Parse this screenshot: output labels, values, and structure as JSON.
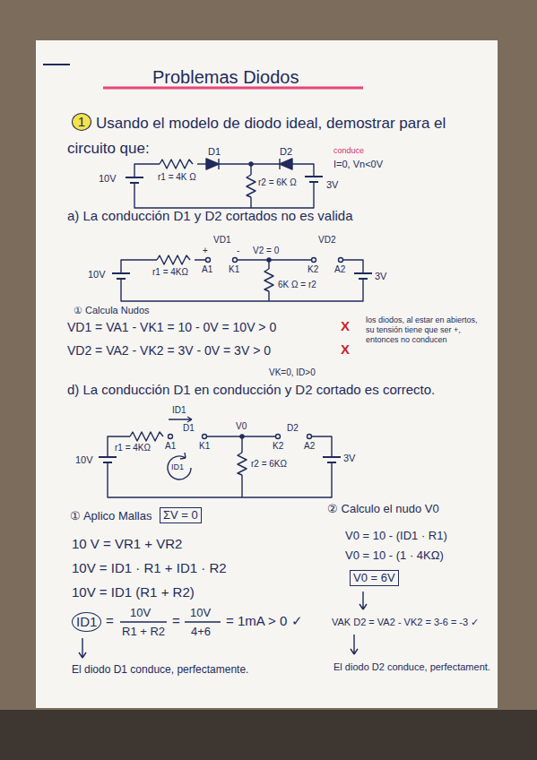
{
  "diagram": {
    "title": "Problemas Diodos",
    "labels": [
      "1",
      "Usando el modelo de diodo ideal, demostrar para el circuito que:",
      "D1",
      "D2",
      "10V",
      "r1 = 4K Ω",
      "r2 = 6K Ω",
      "3V",
      "conduce",
      "I=0, Vn<0V",
      "a) La conducción D1 y D2 cortados no es valida",
      "VD1",
      "+",
      "-",
      "VD2",
      "V2 = 0",
      "A1",
      "K1",
      "K2",
      "A2",
      "10V",
      "r1 = 4KΩ",
      "6K Ω = r2",
      "3V",
      "① Calcula Nudos",
      "VD1 = VA1 - VK1 = 10 - 0V = 10V > 0",
      "X",
      "VD2 = VA2 - VK2 = 3V - 0V = 3V > 0",
      "X",
      "los diodos, al estar en abiertos, su tensión tiene que ser +, entonces no conducen",
      "VK=0, ID>0",
      "d) La conducción D1 en conducción y D2 cortado es correcto.",
      "ID1",
      "A1",
      "D1",
      "K1",
      "V0",
      "K2",
      "D2",
      "A2",
      "10V",
      "r1 = 4KΩ",
      "ID1",
      "r2 = 6KΩ",
      "3V",
      "① Aplico Mallas",
      "ΣV = 0",
      "② Calculo el nudo V0",
      "10 V = VR1 + VR2",
      "V0 = 10 - (ID1 · R1)",
      "V0 = 10 - (1 · 4KΩ)",
      "10V = ID1 · R1 + ID1 · R2",
      "V0 = 6V",
      "10V = ID1 (R1 + R2)",
      "ID1",
      "=",
      "10V",
      "R1 + R2",
      "=",
      "10V",
      "4+6",
      "= 1mA > 0 ✓",
      "VAK D2 = VA2 - VK2 = 3-6 = -3 ✓",
      "El diodo D1 conduce, perfectamente.",
      "El diodo D2 conduce, perfectament."
    ]
  }
}
